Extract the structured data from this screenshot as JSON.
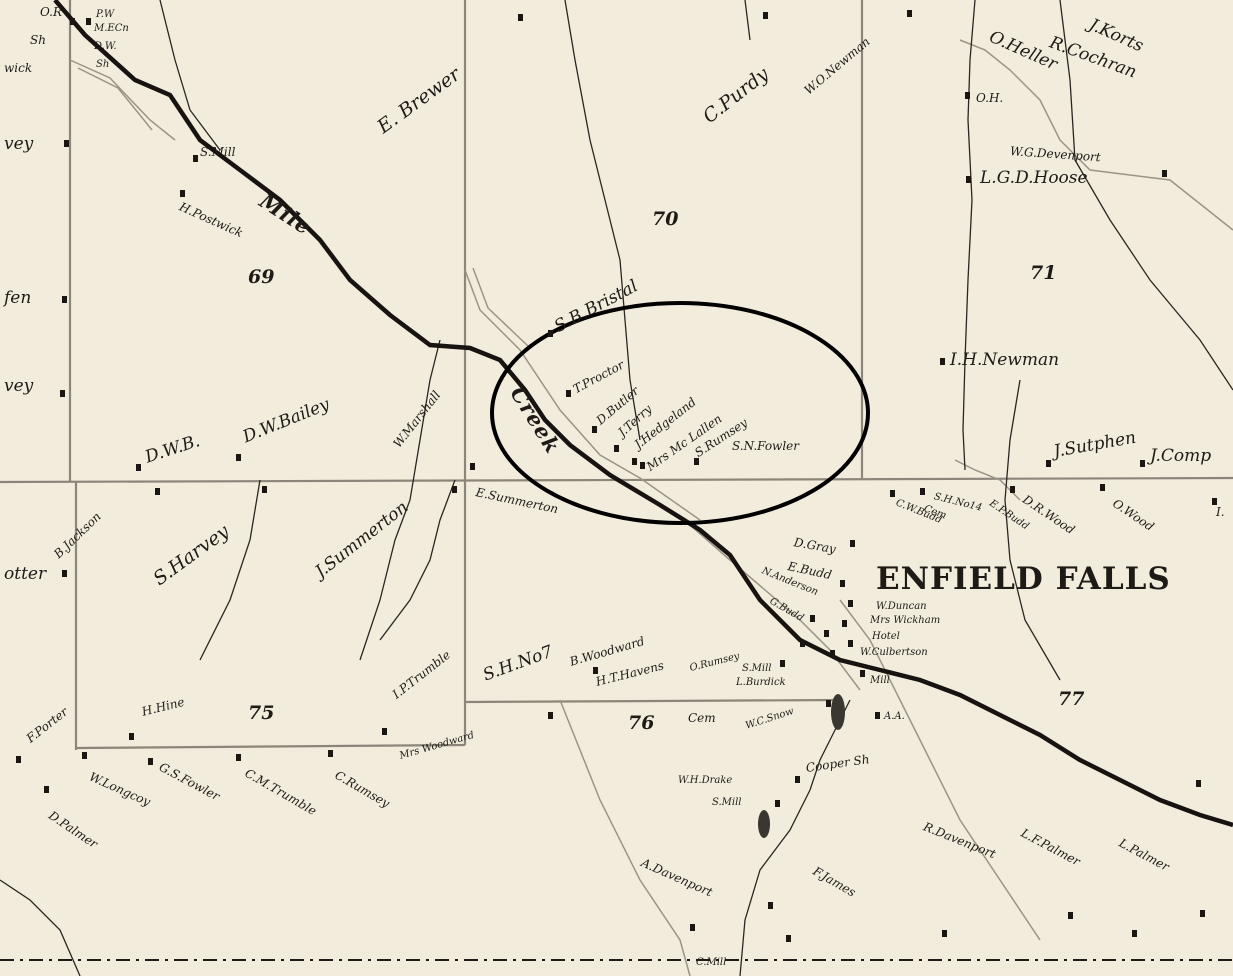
{
  "map": {
    "town": "ENFIELD FALLS",
    "creek_words": [
      "Mile",
      "Creek"
    ],
    "lot_numbers": [
      "69",
      "70",
      "71",
      "75",
      "76",
      "77"
    ],
    "labels": {
      "o_r": "O.R",
      "sh1": "Sh",
      "wick": "wick",
      "pw": "P.W",
      "mecn": "M.ECn",
      "dw_top": "D.W.",
      "sh2": "Sh",
      "vey": "vey",
      "fen": "fen",
      "vey2": "vey",
      "otter": "otter",
      "s_mill_top": "S.Mill",
      "h_postwick": "H.Postwick",
      "e_brewer": "E. Brewer",
      "c_purdy": "C.Purdy",
      "w_o_newman": "W.O.Newman",
      "o_heller": "O.Heller",
      "j_korts": "J.Korts",
      "r_cochran": "R.Cochran",
      "oh": "O.H.",
      "w_g_devenport": "W.G.Devenport",
      "lgd_hoose": "L.G.D.Hoose",
      "s_b_bristal": "S.B.Bristal",
      "t_proctor": "T.Proctor",
      "d_butler": "D.Butler",
      "j_terry": "J.Terry",
      "j_hedgeland": "J.Hedgeland",
      "mrs_mclallen": "Mrs Mc Lallen",
      "s_rumsey": "S.Rumsey",
      "s_n_fowler": "S.N.Fowler",
      "i_h_newman": "I.H.Newman",
      "j_sutphen": "J.Sutphen",
      "j_comp": "J.Comp",
      "dwb": "D.W.B.",
      "dw_bailey": "D.W.Bailey",
      "w_marshall": "W.Marshall",
      "e_summerton": "E.Summerton",
      "b_jackson": "B.Jackson",
      "s_harvey": "S.Harvey",
      "j_summerton": "J.Summerton",
      "d_gray": "D.Gray",
      "e_budd_top": "E.Budd",
      "sh_no14": "S.H.No14",
      "c_w_budd": "C.W.Budd",
      "cem_top": "Cem",
      "e_p_budd": "E.P.Budd",
      "d_r_wood": "D.R.Wood",
      "o_wood": "O.Wood",
      "i_edge": "I.",
      "n_anderson": "N.Anderson",
      "g_budd": "G.Budd",
      "w_duncan": "W.Duncan",
      "mrs_wickham": "Mrs Wickham",
      "hotel": "Hotel",
      "w_culbertson": "W.Culbertson",
      "mill": "Mill",
      "i_p_trumble": "I.P.Trumble",
      "sh_no7": "S.H.No7",
      "b_woodward": "B.Woodward",
      "h_t_havens": "H.T.Havens",
      "o_rumsey": "O.Rumsey",
      "s_mill_mid": "S.Mill",
      "l_burdick": "L.Burdick",
      "f_porter": "F.Porter",
      "h_hine": "H.Hine",
      "mrs_woodward": "Mrs Woodward",
      "cem_bottom": "Cem",
      "w_c_snow": "W.C.Snow",
      "a_a": "A.A.",
      "w_longcoy": "W.Longcoy",
      "g_s_fowler": "G.S.Fowler",
      "c_m_trumble": "C.M.Trumble",
      "c_rumsey": "C.Rumsey",
      "d_palmer": "D.Palmer",
      "w_h_drake": "W.H.Drake",
      "cooper_sh": "Cooper Sh",
      "s_mill_low": "S.Mill",
      "r_davenport": "R.Davenport",
      "l_f_palmer": "L.F.Palmer",
      "l_palmer": "L.Palmer",
      "a_davenport": "A.Davenport",
      "f_james": "F.James",
      "c_mill": "C.Mill"
    }
  },
  "colors": {
    "paper": "#f2ecdd",
    "ink": "#1e1b17",
    "line": "#8c867a",
    "highlight": "#000000"
  }
}
